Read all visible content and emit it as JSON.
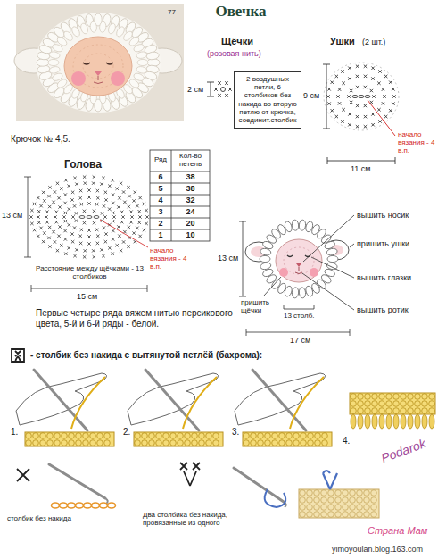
{
  "diagram": {
    "title": "Овечка",
    "nodes": [
      {
        "text": [
          "2 воздушных петли, 6 столбиков без накида во вторую петлю от крючка, соединит.столбик"
        ]
      }
    ],
    "labels": [
      "77",
      "Щёчки",
      "(розовая нить)",
      "2 см",
      "Ушки",
      "(2 шт.)",
      "9 см",
      "11 см",
      "начало вязания - 4 в.п.",
      "Крючок № 4,5.",
      "Голова",
      "Ряд",
      "Кол-во петель",
      "6",
      "38",
      "5",
      "38",
      "4",
      "32",
      "3",
      "24",
      "2",
      "20",
      "1",
      "10",
      "13 см",
      "Расстояние между щёчками - 13 столбиков",
      "15 см",
      "начало вязания - 4 в.п.",
      "вышить носик",
      "пришить ушки",
      "вышить глазки",
      "13 см",
      "вышить ротик",
      "пришить щёчки",
      "13 столб.",
      "17 см",
      "Первые четыре ряда вяжем нитью персикового цвета, 5-й и 6-й ряды - белой.",
      "1.",
      "2.",
      "3.",
      "4.",
      "Podarok",
      "Страна Мам",
      "yimoyoulan.blog.163.com"
    ],
    "legend": [
      {
        "text": "- столбик без накида с вытянутой петлёй (бахрома):"
      },
      {
        "text": "столбик без накида"
      },
      {
        "text": "Два столбика без накида, провязанные из одного"
      }
    ]
  }
}
